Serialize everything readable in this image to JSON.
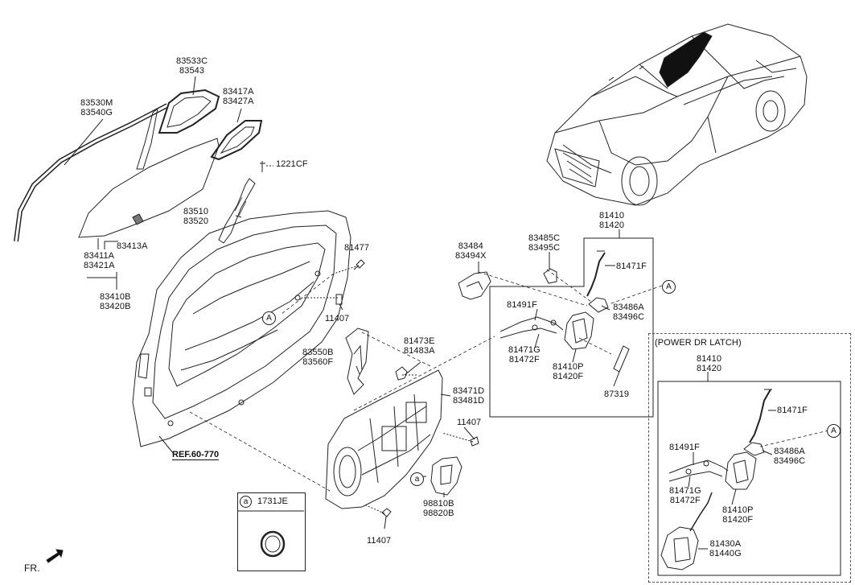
{
  "parts": {
    "glass_run": [
      "83530M",
      "83540G"
    ],
    "delta_glass": [
      "83533C",
      "83543"
    ],
    "quarter_seal": [
      "83417A",
      "83427A"
    ],
    "screw_1221": [
      "1221CF"
    ],
    "channel": [
      "83510",
      "83520"
    ],
    "glass": [
      "83411A",
      "83421A"
    ],
    "glass_assy": [
      "83410B",
      "83420B"
    ],
    "glass_clip": [
      "83413A"
    ],
    "bolt_81477": [
      "81477"
    ],
    "bolt_11407_a": [
      "11407"
    ],
    "bolt_11407_b": [
      "11407"
    ],
    "bolt_11407_c": [
      "11407"
    ],
    "rail": [
      "83550B",
      "83560F"
    ],
    "clip_81473": [
      "81473E",
      "81483A"
    ],
    "module": [
      "83471D",
      "83481D"
    ],
    "motor": [
      "98810B",
      "98820B"
    ],
    "handle_bracket": [
      "83484",
      "83494X"
    ],
    "latch_assy_top": [
      "81410",
      "81420"
    ],
    "rod_clip": [
      "83485C",
      "83495C"
    ],
    "rod_top": [
      "81471F"
    ],
    "cable_top": [
      "81491F"
    ],
    "striker_top": [
      "83486A",
      "83496C"
    ],
    "cable2_top": [
      "81471G",
      "81472F"
    ],
    "latch_top": [
      "81410P",
      "81420F"
    ],
    "seal_87319": [
      "87319"
    ],
    "latch_assy_pwr": [
      "81410",
      "81420"
    ],
    "rod_pwr": [
      "81471F"
    ],
    "cable_pwr": [
      "81491F"
    ],
    "striker_pwr": [
      "83486A",
      "83496C"
    ],
    "cable2_pwr": [
      "81471G",
      "81472F"
    ],
    "latch_pwr": [
      "81410P",
      "81420F"
    ],
    "actuator_pwr": [
      "81430A",
      "81440G"
    ]
  },
  "ref_label": "REF.60-770",
  "power_latch_title": "(POWER DR LATCH)",
  "callout_a": "a",
  "callout_A": "A",
  "plug_part": "1731JE",
  "fr_label": "FR."
}
